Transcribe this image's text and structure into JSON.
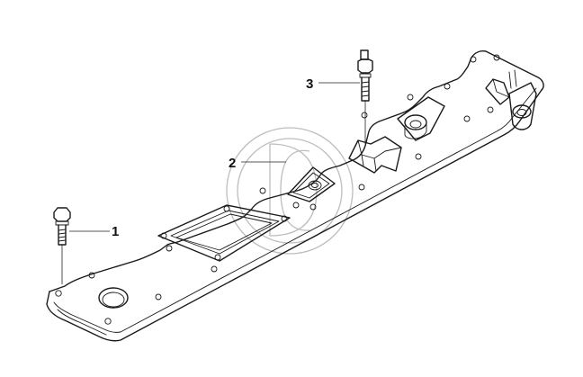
{
  "callouts": [
    {
      "number": "1",
      "part": "bolt"
    },
    {
      "number": "2",
      "part": "gasket"
    },
    {
      "number": "3",
      "part": "stud"
    }
  ],
  "colors": {
    "line": "#1a1a1a",
    "watermark": "#bdbdbd",
    "background": "#ffffff"
  }
}
